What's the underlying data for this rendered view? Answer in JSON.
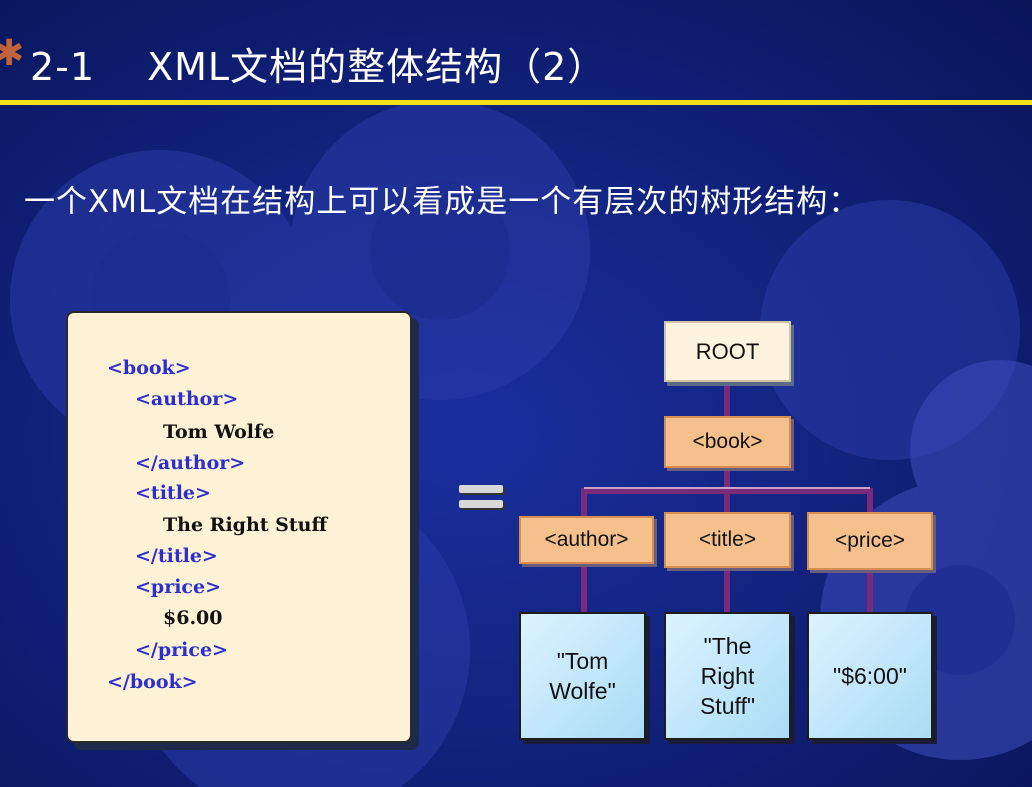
{
  "slide": {
    "title_number": "2-1",
    "title_text": "XML文档的整体结构（2）",
    "subtitle": "一个XML文档在结构上可以看成是一个有层次的树形结构："
  },
  "code": {
    "lines": [
      "<book>",
      "<author>",
      "Tom Wolfe",
      "</author>",
      "<title>",
      "The Right Stuff",
      "</title>",
      "<price>",
      "$6.00",
      "</price>",
      "</book>"
    ]
  },
  "equals_sign": "=",
  "tree": {
    "root": "ROOT",
    "book": "<book>",
    "children": [
      "<author>",
      "<title>",
      "<price>"
    ],
    "leaves": [
      "\"Tom Wolfe\"",
      "\"The Right Stuff\"",
      "\"$6:00\""
    ]
  },
  "colors": {
    "background": "#142687",
    "title_rule": "#f2e21a",
    "code_tag": "#2b2fd0",
    "element_node": "#f6c08c",
    "leaf_node": "#bfe6f8",
    "connector": "#7a2a7a"
  }
}
